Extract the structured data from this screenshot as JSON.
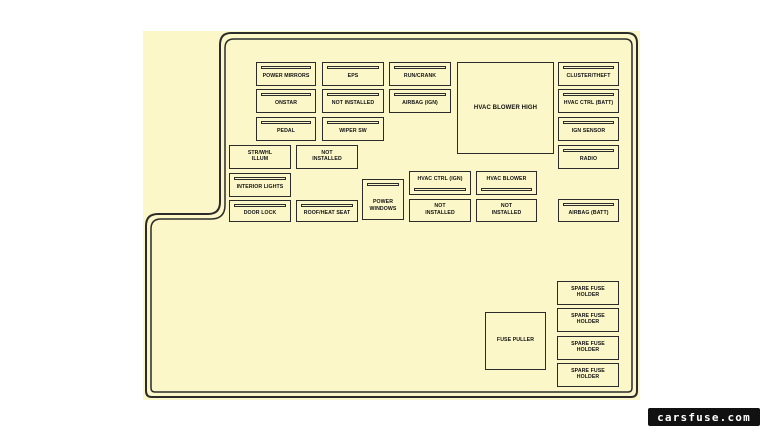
{
  "fuses": {
    "power_mirrors": "POWER MIRRORS",
    "eps": "EPS",
    "run_crank": "RUN/CRANK",
    "onstar": "ONSTAR",
    "not_installed_1": "NOT INSTALLED",
    "airbag_ign": "AIRBAG (IGN)",
    "pedal": "PEDAL",
    "wiper_sw": "WIPER SW",
    "hvac_blower_high": "HVAC BLOWER HIGH",
    "cluster_theft": "CLUSTER/THEFT",
    "hvac_ctrl_batt": "HVAC CTRL (BATT)",
    "ign_sensor": "IGN SENSOR",
    "radio": "RADIO",
    "str_whl_illum": [
      "STR/WHL",
      "ILLUM"
    ],
    "not_installed_2": [
      "NOT",
      "INSTALLED"
    ],
    "interior_lights": "INTERIOR LIGHTS",
    "door_lock": "DOOR LOCK",
    "roof_heat_seat": "ROOF/HEAT SEAT",
    "power_windows": [
      "POWER",
      "WINDOWS"
    ],
    "hvac_ctrl_ign": "HVAC CTRL (IGN)",
    "not_installed_3": [
      "NOT",
      "INSTALLED"
    ],
    "hvac_blower": "HVAC BLOWER",
    "not_installed_4": [
      "NOT",
      "INSTALLED"
    ],
    "airbag_batt": "AIRBAG (BATT)",
    "fuse_puller": "FUSE PULLER",
    "spare_fuse_holder": [
      "SPARE FUSE",
      "HOLDER"
    ]
  },
  "watermark": "carsfuse.com"
}
